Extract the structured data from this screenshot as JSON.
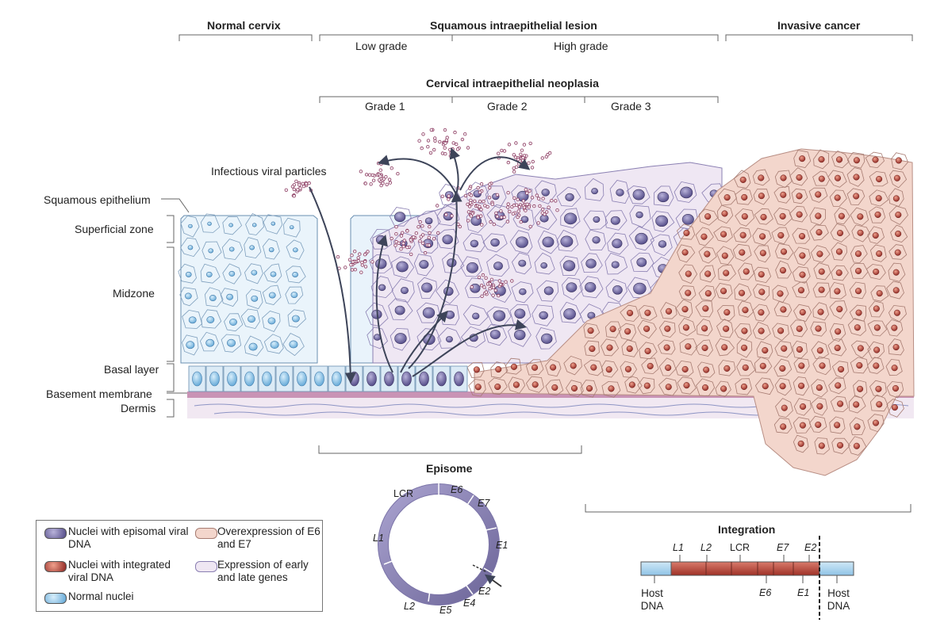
{
  "headers": {
    "normal_cervix": "Normal cervix",
    "sil": "Squamous intraepithelial lesion",
    "invasive_cancer": "Invasive cancer",
    "low_grade": "Low grade",
    "high_grade": "High grade",
    "cin": "Cervical intraepithelial neoplasia",
    "grade1": "Grade 1",
    "grade2": "Grade 2",
    "grade3": "Grade 3"
  },
  "labels": {
    "viral_particles": "Infectious viral particles",
    "squamous_epithelium": "Squamous epithelium",
    "superficial_zone": "Superficial zone",
    "midzone": "Midzone",
    "basal_layer": "Basal layer",
    "basement_membrane": "Basement membrane",
    "dermis": "Dermis"
  },
  "episome": {
    "title": "Episome",
    "genes": [
      "LCR",
      "E6",
      "E7",
      "E1",
      "E2",
      "E4",
      "E5",
      "L2",
      "L1"
    ]
  },
  "integration": {
    "title": "Integration",
    "top_genes": [
      "L1",
      "L2",
      "LCR",
      "E7",
      "E2"
    ],
    "bottom_genes": [
      "E6",
      "E1"
    ],
    "host_left": "Host DNA",
    "host_right": "Host DNA"
  },
  "legend": {
    "episomal": "Nuclei with episomal viral DNA",
    "integrated": "Nuclei with integrated viral DNA",
    "normal": "Normal nuclei",
    "overexpression": "Overexpression of E6 and E7",
    "early_late": "Expression of early and late genes"
  },
  "colors": {
    "normal_nucleus": "#8fc3e6",
    "episomal_nucleus": "#7a73a8",
    "integrated_nucleus": "#b9403a",
    "cancer_cell": "#f3d6cc",
    "lesion_cell": "#ece4f1",
    "basement": "#c993b5",
    "dermis": "#efe6f0"
  }
}
